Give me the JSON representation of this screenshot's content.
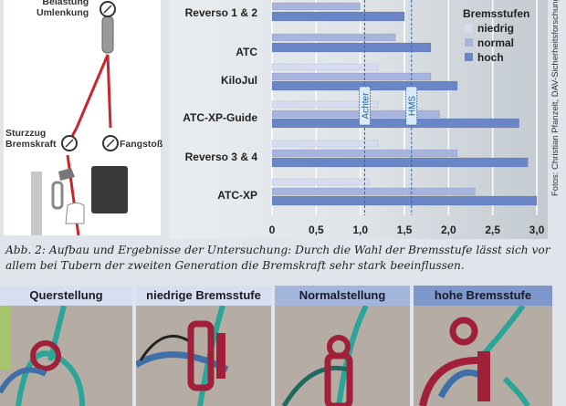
{
  "diagram": {
    "labels": {
      "top_line1": "Belastung",
      "top_line2": "Umlenkung",
      "left_line1": "Sturzzug",
      "left_line2": "Bremskraft",
      "right": "Fangstoß"
    }
  },
  "chart_data": {
    "type": "bar",
    "orientation": "horizontal",
    "categories": [
      "Reverso 1 & 2",
      "ATC",
      "KiloJul",
      "ATC-XP-Guide",
      "Reverso 3 & 4",
      "ATC-XP"
    ],
    "series": [
      {
        "name": "niedrig",
        "values": [
          null,
          null,
          1.2,
          1.2,
          1.2,
          1.1
        ],
        "color": "#d7dcf0"
      },
      {
        "name": "normal",
        "values": [
          1.0,
          1.4,
          1.8,
          1.9,
          2.1,
          2.3
        ],
        "color": "#a6b4de"
      },
      {
        "name": "hoch",
        "values": [
          1.5,
          1.8,
          2.1,
          2.8,
          2.9,
          3.0
        ],
        "color": "#6a86c6"
      }
    ],
    "legend_title": "Bremsstufen",
    "legend_position": "top-right",
    "xlim": [
      0,
      3.0
    ],
    "xticks": [
      "0",
      "0,5",
      "1,0",
      "1,5",
      "2,0",
      "2,5",
      "3,0"
    ],
    "xtick_values": [
      0,
      0.5,
      1.0,
      1.5,
      2.0,
      2.5,
      3.0
    ],
    "reference_lines": [
      {
        "label": "Achter",
        "value": 1.05
      },
      {
        "label": "HMS",
        "value": 1.58
      }
    ],
    "grid": true
  },
  "credit": "Fotos: Christian Pfanzelt, DAV-Sicherheitsforschung",
  "caption": "Abb. 2: Aufbau und Ergebnisse der Untersuchung: Durch die Wahl der Bremsstufe lässt sich vor allem bei Tubern der zweiten Generation die Bremskraft sehr stark beeinflussen.",
  "photos": [
    {
      "label": "Querstellung",
      "color": "#d8dff0"
    },
    {
      "label": "niedrige Bremsstufe",
      "color": "#d8dff0"
    },
    {
      "label": "Normalstellung",
      "color": "#a3b5da"
    },
    {
      "label": "hohe Bremsstufe",
      "color": "#7f98cc"
    }
  ]
}
